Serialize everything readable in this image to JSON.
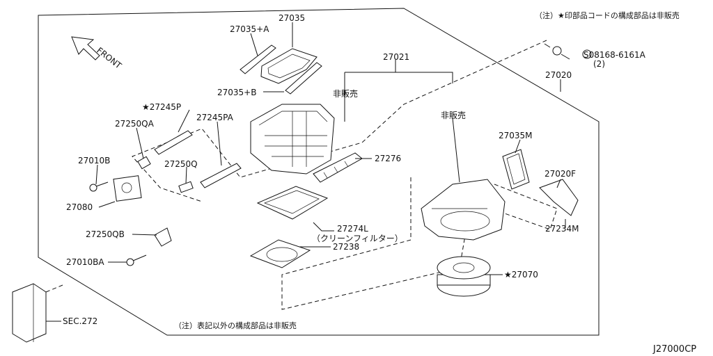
{
  "notes": {
    "top": "（注）★印部品コードの構成部品は非販売",
    "bottom": "（注）表記以外の構成部品は非販売"
  },
  "front_label": "FRONT",
  "drawing_code": "J27000CP",
  "parts": {
    "p27035": "27035",
    "p27035a": "27035+A",
    "p27035b": "27035+B",
    "p27021": "27021",
    "p27020": "27020",
    "p08168": "S08168-6161A",
    "p08168_qty": "(2)",
    "p27245p": "★27245P",
    "p27250qa": "27250QA",
    "p27245pa": "27245PA",
    "p27010b": "27010B",
    "p27250q": "27250Q",
    "p27080": "27080",
    "p27276": "27276",
    "p27035m": "27035M",
    "p27020f": "27020F",
    "p27234m": "27234M",
    "p27274l": "27274L",
    "p27274l_desc": "（クリーンフィルター）",
    "p27250qb": "27250QB",
    "p27238": "27238",
    "p27010ba": "27010BA",
    "p27070": "★27070",
    "sec272": "SEC.272",
    "not_sold_1": "非販売",
    "not_sold_2": "非販売"
  }
}
